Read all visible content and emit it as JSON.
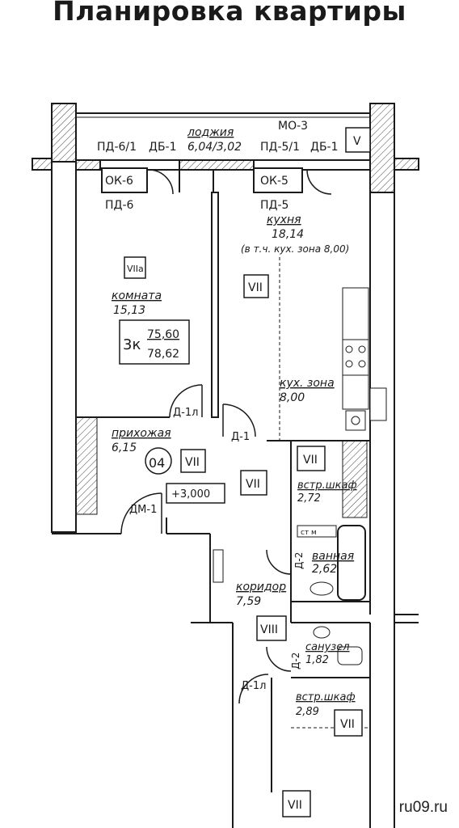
{
  "title": "Планировка квартиры",
  "watermark": "ru09.ru",
  "labels": {
    "loggia_name": "лоджия",
    "loggia_area": "6,04/3,02",
    "mo": "МО-3",
    "pd61": "ПД-6/1",
    "db1_left": "ДБ-1",
    "pd51": "ПД-5/1",
    "db1_right": "ДБ-1",
    "v_loggia": "V",
    "ok6": "ОК-6",
    "ok5": "ОК-5",
    "pd6": "ПД-6",
    "pd5": "ПД-5",
    "kitchen_name": "кухня",
    "kitchen_area": "18,14",
    "kitchen_note": "(в т.ч. кух. зона 8,00)",
    "room_mark": "VIIa",
    "room_name": "комната",
    "room_area": "15,13",
    "apt_type": "3к",
    "apt_area1": "75,60",
    "apt_area2": "78,62",
    "kitchen_mark": "VII",
    "kzone_name": "кух. зона",
    "kzone_area": "8,00",
    "d1l_top": "Д-1л",
    "d1": "Д-1",
    "hall_name": "прихожая",
    "hall_area": "6,15",
    "apt_no": "04",
    "hall_mark": "VII",
    "level": "+3,000",
    "center_mark": "VII",
    "dm1": "ДМ-1",
    "closet1_mark": "VII",
    "closet1_name": "встр.шкаф",
    "closet1_area": "2,72",
    "wm_label": "ст м",
    "d2_top": "Д-2",
    "bath_name": "ванная",
    "bath_area": "2,62",
    "corr_name": "коридор",
    "corr_area": "7,59",
    "wc_mark": "VIII",
    "d2_bottom": "Д-2",
    "wc_name": "санузел",
    "wc_area": "1,82",
    "d1l_bottom": "Д-1л",
    "closet2_name": "встр.шкаф",
    "closet2_area": "2,89",
    "closet2_mark": "VII",
    "bottom_mark": "VII"
  }
}
